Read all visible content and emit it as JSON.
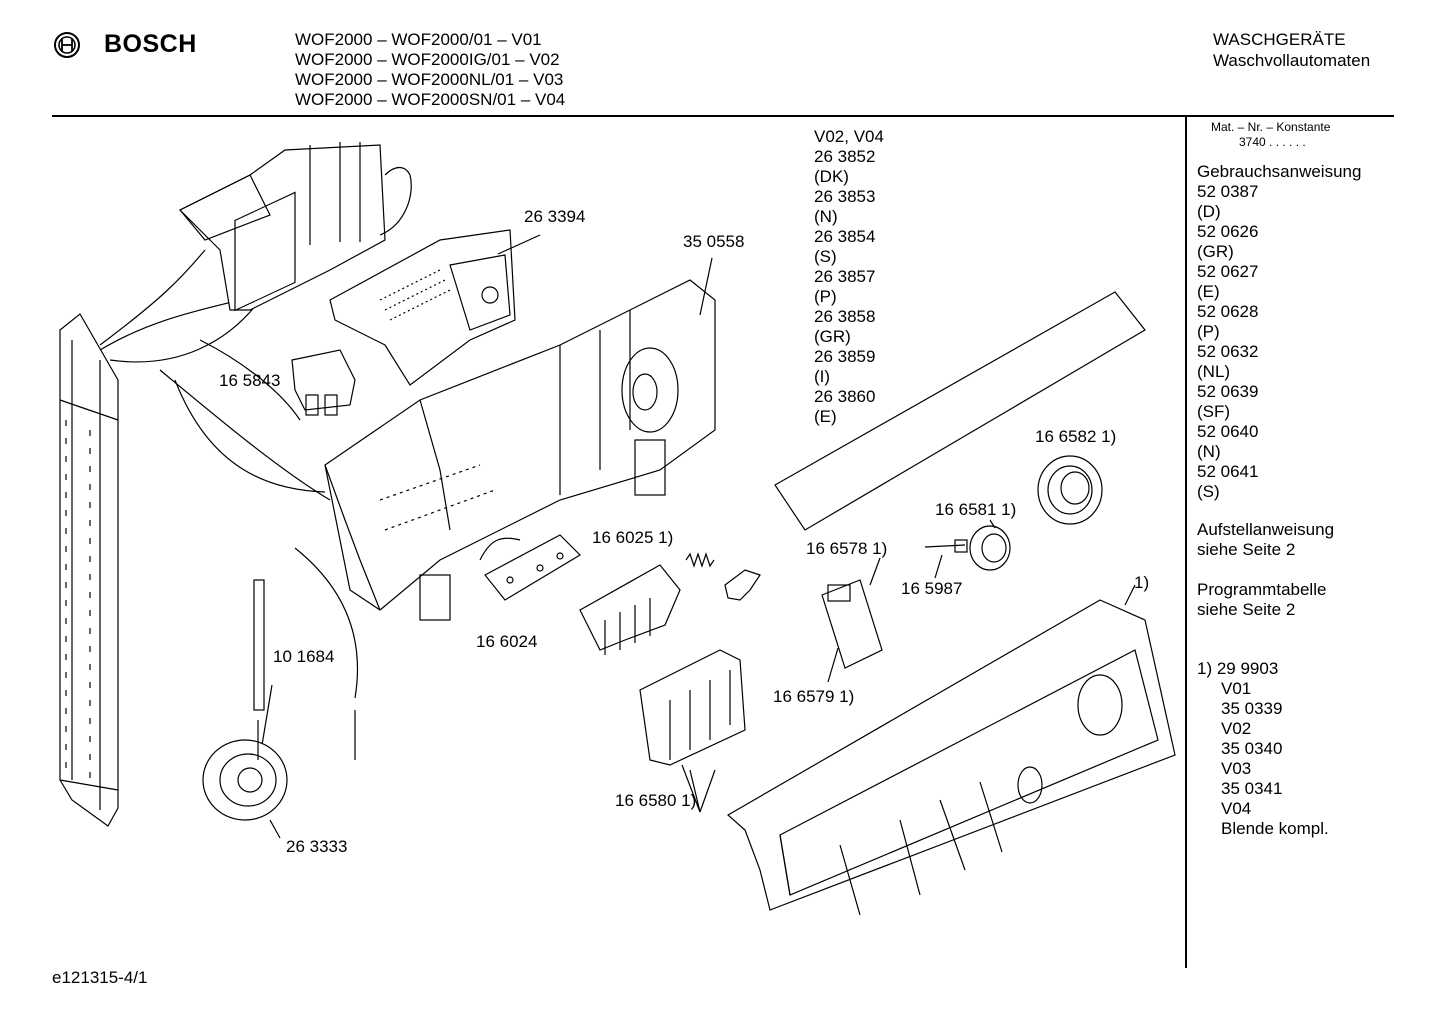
{
  "header": {
    "brand": "BOSCH",
    "models": [
      "WOF2000 – WOF2000/01 – V01",
      "WOF2000 – WOF2000IG/01 – V02",
      "WOF2000 – WOF2000NL/01 – V03",
      "WOF2000 – WOF2000SN/01 – V04"
    ],
    "category": "WASCHGERÄTE",
    "subcategory": "Waschvollautomaten"
  },
  "diagram": {
    "part_labels": [
      "26 3394",
      "35 0558",
      "16 5843",
      "16 6582 1)",
      "16 6581 1)",
      "16 6025 1)",
      "16 6578 1)",
      "16 5987",
      "1)",
      "16 6024",
      "16 6579 1)",
      "10 1684",
      "16 6580 1)",
      "26 3333"
    ],
    "variant_list": [
      "V02, V04",
      "26 3852",
      "(DK)",
      "26 3853",
      "(N)",
      "26 3854",
      "(S)",
      "26 3857",
      "(P)",
      "26 3858",
      "(GR)",
      "26 3859",
      "(I)",
      "26 3860",
      "(E)"
    ]
  },
  "sidebar": {
    "mat_nr_label": "Mat. – Nr. – Konstante",
    "mat_nr_value": "3740 . . . . . .",
    "manual_title": "Gebrauchsanweisung",
    "manual_items": [
      "52 0387",
      "(D)",
      "52 0626",
      "(GR)",
      "52 0627",
      "(E)",
      "52 0628",
      "(P)",
      "52 0632",
      "(NL)",
      "52 0639",
      "(SF)",
      "52 0640",
      "(N)",
      "52 0641",
      "(S)"
    ],
    "setup_title": "Aufstellanweisung",
    "setup_ref": "siehe Seite 2",
    "program_title": "Programmtabelle",
    "program_ref": "siehe Seite 2",
    "footnote": [
      "1) 29 9903",
      "V01",
      "35 0339",
      "V02",
      "35 0340",
      "V03",
      "35 0341",
      "V04",
      "Blende kompl."
    ]
  },
  "footer": {
    "doc_id": "e121315-4/1"
  }
}
